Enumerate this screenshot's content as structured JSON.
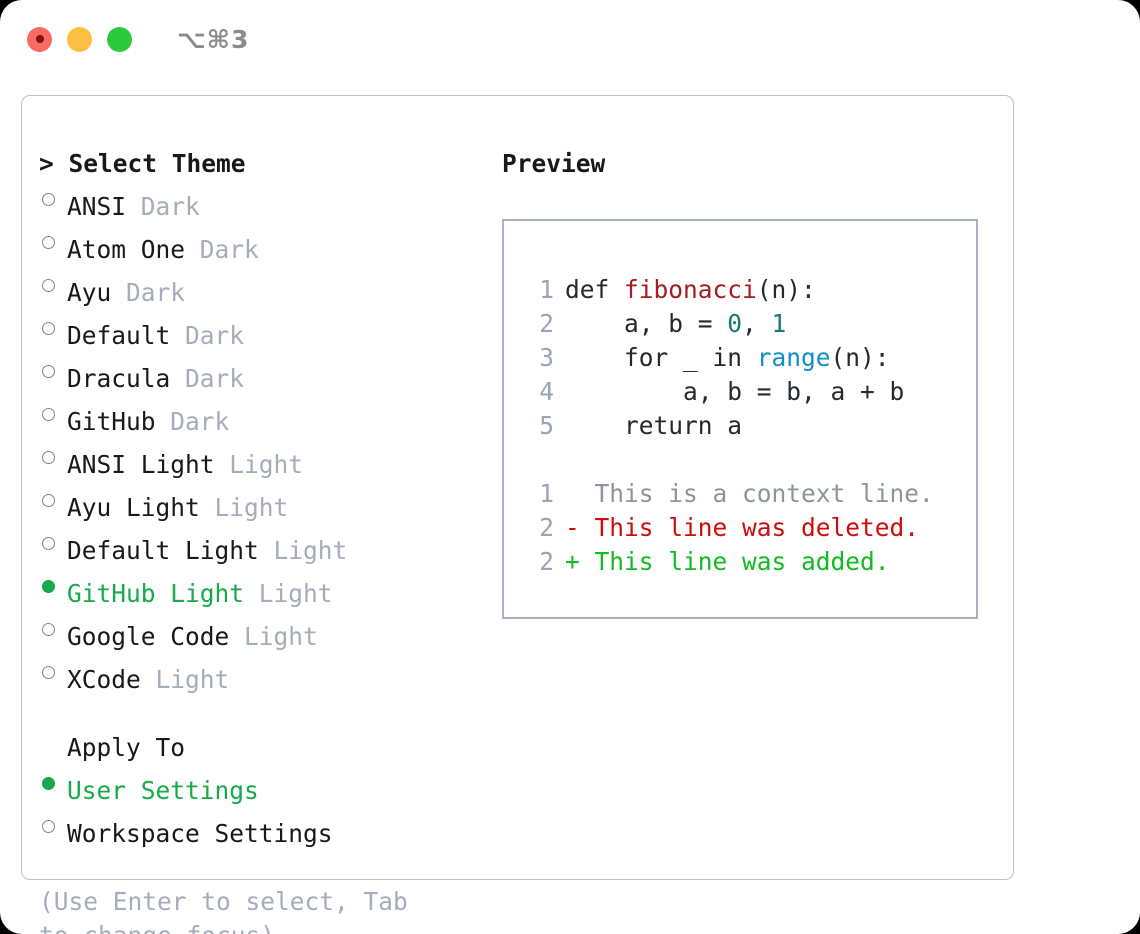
{
  "titlebar": {
    "shortcut": "⌥⌘3",
    "dots": [
      "close-red",
      "minimize-yellow",
      "maximize-green"
    ]
  },
  "left": {
    "header": "> Select Theme",
    "themes": [
      {
        "name": "ANSI",
        "kind": "Dark",
        "selected": false
      },
      {
        "name": "Atom One",
        "kind": "Dark",
        "selected": false
      },
      {
        "name": "Ayu",
        "kind": "Dark",
        "selected": false
      },
      {
        "name": "Default",
        "kind": "Dark",
        "selected": false
      },
      {
        "name": "Dracula",
        "kind": "Dark",
        "selected": false
      },
      {
        "name": "GitHub",
        "kind": "Dark",
        "selected": false
      },
      {
        "name": "ANSI Light",
        "kind": "Light",
        "selected": false
      },
      {
        "name": "Ayu Light",
        "kind": "Light",
        "selected": false
      },
      {
        "name": "Default Light",
        "kind": "Light",
        "selected": false
      },
      {
        "name": "GitHub Light",
        "kind": "Light",
        "selected": true
      },
      {
        "name": "Google Code",
        "kind": "Light",
        "selected": false
      },
      {
        "name": "XCode",
        "kind": "Light",
        "selected": false
      }
    ],
    "apply_to_label": "Apply To",
    "apply_to_options": [
      {
        "name": "User Settings",
        "selected": true
      },
      {
        "name": "Workspace Settings",
        "selected": false
      }
    ],
    "hint": "(Use Enter to select, Tab to change focus)"
  },
  "right": {
    "header": "Preview",
    "code_lines": [
      {
        "num": "1",
        "parts": [
          {
            "t": "def ",
            "c": "plain"
          },
          {
            "t": "fibonacci",
            "c": "fn"
          },
          {
            "t": "(n):",
            "c": "plain"
          }
        ]
      },
      {
        "num": "2",
        "parts": [
          {
            "t": "    a, b = ",
            "c": "plain"
          },
          {
            "t": "0",
            "c": "num"
          },
          {
            "t": ", ",
            "c": "plain"
          },
          {
            "t": "1",
            "c": "num"
          }
        ]
      },
      {
        "num": "3",
        "parts": [
          {
            "t": "    for _ in ",
            "c": "plain"
          },
          {
            "t": "range",
            "c": "call"
          },
          {
            "t": "(n):",
            "c": "plain"
          }
        ]
      },
      {
        "num": "4",
        "parts": [
          {
            "t": "        a, b = b, a + b",
            "c": "plain"
          }
        ]
      },
      {
        "num": "5",
        "parts": [
          {
            "t": "    return a",
            "c": "plain"
          }
        ]
      }
    ],
    "diff_lines": [
      {
        "num": "1",
        "marker": "  ",
        "text": "This is a context line.",
        "kind": "ctx"
      },
      {
        "num": "2",
        "marker": "- ",
        "text": "This line was deleted.",
        "kind": "del"
      },
      {
        "num": "2",
        "marker": "+ ",
        "text": "This line was added.",
        "kind": "add"
      }
    ]
  },
  "colors": {
    "accent_green": "#17a94a",
    "muted": "#a5adba",
    "border": "#b9c2ce",
    "preview_border": "#a8b2c0",
    "diff_add": "#11bb22",
    "diff_del": "#cc0d0d",
    "token_fn": "#a31d22",
    "token_num": "#107b7b",
    "token_call": "#108ec6"
  }
}
